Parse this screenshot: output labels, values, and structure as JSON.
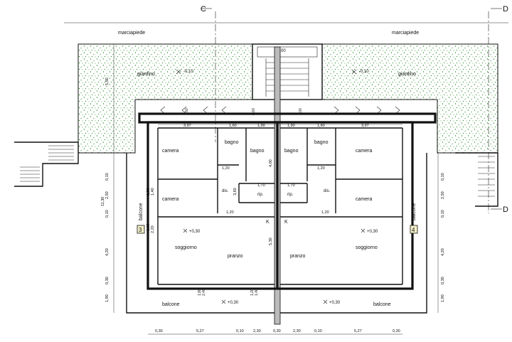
{
  "section_marks": {
    "c": "C",
    "d": "D"
  },
  "sidewalk_label": "marciapiede",
  "garden_label": "giardino",
  "garden_level": "-0,10",
  "entry_level": "0,00",
  "room_labels": {
    "camera": "camera",
    "bagno": "bagno",
    "rip": "rip.",
    "dis": "dis.",
    "soggiorno": "soggiorno",
    "pranzo": "pranzo",
    "balcone": "balcone",
    "kitchen_mark": "K"
  },
  "unit_numbers": [
    "3",
    "4"
  ],
  "levels": {
    "floor": "+0,30"
  },
  "dims_top": [
    "3,97",
    "1,60",
    "1,90",
    "1,90",
    "1,60",
    "3,97"
  ],
  "dims_top_windows": [
    "1,50",
    "0,60",
    "1,00"
  ],
  "dims_inner": [
    "1,70",
    "1,70",
    "1,20",
    "1,20",
    "1,20",
    "1,20"
  ],
  "dims_window_h": [
    "1,50",
    "1,40",
    "0,90",
    "2,20",
    "3,60",
    "4,00"
  ],
  "dims_bottom": [
    "0,30",
    "5,27",
    "0,10",
    "2,30",
    "0,30",
    "2,30",
    "0,10",
    "5,27",
    "0,30"
  ],
  "dims_bottom_windows": [
    "1,80",
    "2,40",
    "1,20",
    "1,40"
  ],
  "dims_left": [
    "5,50",
    "0,10",
    "2,50",
    "0,10",
    "11,30",
    "4,20",
    "0,30",
    "1,90"
  ],
  "dims_right": [
    "0,10",
    "2,50",
    "0,10",
    "4,20",
    "0,30",
    "1,90"
  ],
  "balcony_h": "5,30"
}
